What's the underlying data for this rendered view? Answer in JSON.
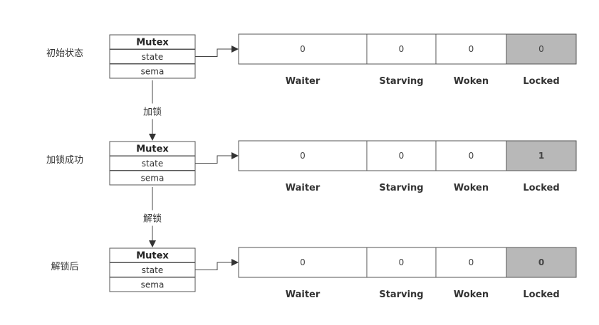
{
  "colors": {
    "locked_fill": "#b8b8b8",
    "border": "#555555",
    "text": "#333333"
  },
  "mutex": {
    "title": "Mutex",
    "fields": [
      "state",
      "sema"
    ]
  },
  "state_bits": [
    "Waiter",
    "Starving",
    "Woken",
    "Locked"
  ],
  "stages": [
    {
      "label": "初始状态",
      "values": [
        "0",
        "0",
        "0",
        "0"
      ],
      "locked_bold": false
    },
    {
      "label": "加锁成功",
      "values": [
        "0",
        "0",
        "0",
        "1"
      ],
      "locked_bold": true
    },
    {
      "label": "解锁后",
      "values": [
        "0",
        "0",
        "0",
        "0"
      ],
      "locked_bold": true
    }
  ],
  "transitions": [
    "加锁",
    "解锁"
  ]
}
